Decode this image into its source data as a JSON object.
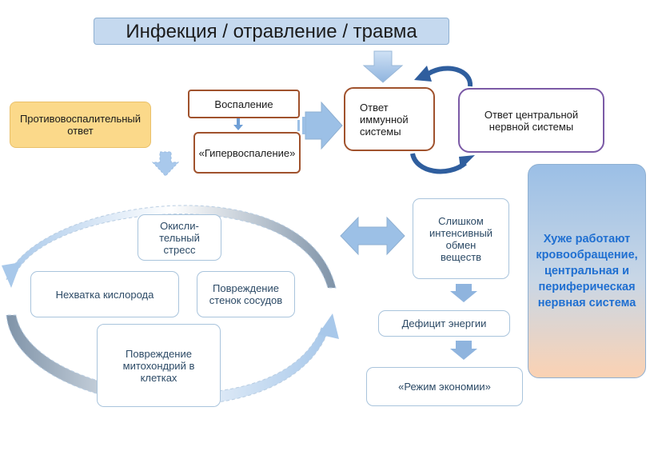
{
  "header": {
    "title": "Инфекция / отравление / травма"
  },
  "left_top": {
    "anti_inflammatory": "Противовоспалительный ответ",
    "inflammation": "Воспаление",
    "hyperinflammation": "«Гипервоспаление»"
  },
  "systems": {
    "immune": "Ответ иммунной системы",
    "cns": "Ответ центральной нервной системы"
  },
  "cycle": {
    "oxidative_stress": "Окисли-тельный стресс",
    "oxygen_shortage": "Нехватка кислорода",
    "vessel_damage": "Повреждение стенок сосудов",
    "mito_damage": "Повреждение митохондрий в клетках"
  },
  "chain": {
    "metabolism": "Слишком интенсивный обмен веществ",
    "energy_deficit": "Дефицит энергии",
    "economy_mode": "«Режим экономии»"
  },
  "outcome": {
    "text": "Хуже работают кровообращение, центральная и периферическая нервная система"
  },
  "colors": {
    "title_fill": "#c5d9ef",
    "anti_fill": "#fbd98a",
    "immune_border": "#a0522d",
    "cns_border": "#7b5aa6",
    "outcome_text": "#1f6fd1"
  }
}
